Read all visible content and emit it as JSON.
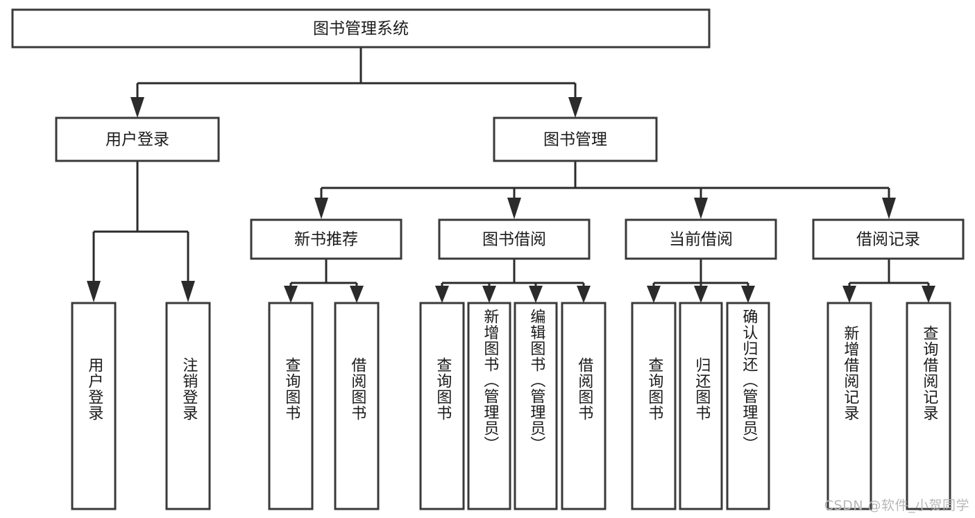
{
  "diagram": {
    "type": "tree-hierarchy-flowchart",
    "title": "图书管理系统",
    "watermark": "CSDN @软件_小贺同学",
    "colors": {
      "background": "#ffffff",
      "box_stroke": "#3a3a3a",
      "edge_stroke": "#2b2b2b",
      "text": "#1a1a1a",
      "watermark": "#b8b8b8"
    },
    "levels": {
      "root": {
        "label": "图书管理系统"
      },
      "level2": [
        {
          "id": "user-login",
          "label": "用户登录"
        },
        {
          "id": "book-management",
          "label": "图书管理"
        }
      ],
      "level3": [
        {
          "id": "new-book-recommend",
          "label": "新书推荐",
          "parent": "book-management"
        },
        {
          "id": "book-borrow",
          "label": "图书借阅",
          "parent": "book-management"
        },
        {
          "id": "current-borrow",
          "label": "当前借阅",
          "parent": "book-management"
        },
        {
          "id": "borrow-record",
          "label": "借阅记录",
          "parent": "book-management"
        }
      ],
      "leaves": [
        {
          "id": "leaf-user-login",
          "label": "用户登录",
          "parent": "user-login"
        },
        {
          "id": "leaf-logout",
          "label": "注销登录",
          "parent": "user-login"
        },
        {
          "id": "leaf-query-book-1",
          "label": "查询图书",
          "parent": "new-book-recommend"
        },
        {
          "id": "leaf-borrow-book-1",
          "label": "借阅图书",
          "parent": "new-book-recommend"
        },
        {
          "id": "leaf-query-book-2",
          "label": "查询图书",
          "parent": "book-borrow"
        },
        {
          "id": "leaf-add-book",
          "label": "新增图书（管理员）",
          "parent": "book-borrow"
        },
        {
          "id": "leaf-edit-book",
          "label": "编辑图书（管理员）",
          "parent": "book-borrow"
        },
        {
          "id": "leaf-borrow-book-2",
          "label": "借阅图书",
          "parent": "book-borrow"
        },
        {
          "id": "leaf-query-book-3",
          "label": "查询图书",
          "parent": "current-borrow"
        },
        {
          "id": "leaf-return-book",
          "label": "归还图书",
          "parent": "current-borrow"
        },
        {
          "id": "leaf-confirm-return",
          "label": "确认归还（管理员）",
          "parent": "current-borrow"
        },
        {
          "id": "leaf-add-record",
          "label": "新增借阅记录",
          "parent": "borrow-record"
        },
        {
          "id": "leaf-query-record",
          "label": "查询借阅记录",
          "parent": "borrow-record"
        }
      ]
    }
  }
}
